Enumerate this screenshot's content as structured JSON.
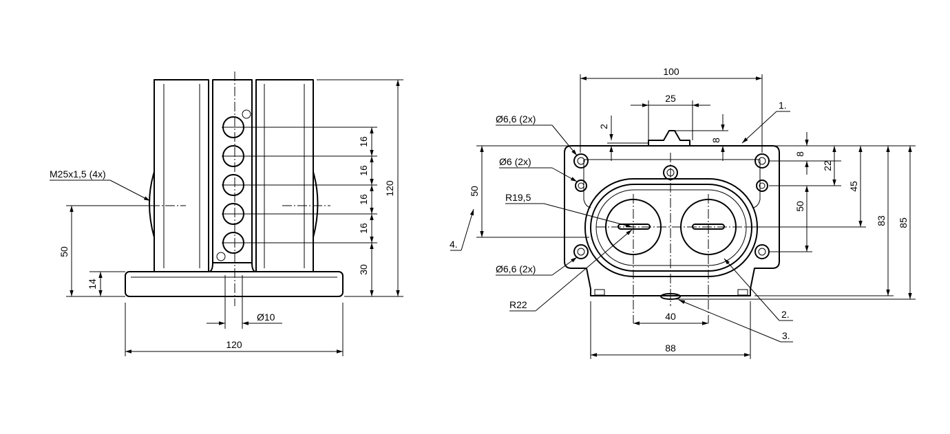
{
  "front_view": {
    "thread_callout": "M25x1,5 (4x)",
    "dim_width": "120",
    "dim_height": "120",
    "dim_thread_height": "50",
    "dim_base_thickness": "14",
    "dim_hole_dia": "Ø10",
    "dim_pitch_1": "16",
    "dim_pitch_2": "16",
    "dim_pitch_3": "16",
    "dim_pitch_4": "16",
    "dim_bottom_offset": "30"
  },
  "top_view": {
    "dim_overall_width": "100",
    "dim_lug_width": "25",
    "dim_lug_gap": "2",
    "dim_lug_height": "8",
    "dim_foot_width": "88",
    "dim_center_spacing": "40",
    "callout_hole_top": "Ø6,6 (2x)",
    "callout_hole_mid": "Ø6 (2x)",
    "callout_hole_bottom": "Ø6,6 (2x)",
    "callout_radius_inner": "R19,5",
    "callout_radius_outer": "R22",
    "dim_left_50": "50",
    "dim_right_8": "8",
    "dim_right_22": "22",
    "dim_right_45": "45",
    "dim_right_50": "50",
    "dim_right_83": "83",
    "dim_right_85": "85",
    "item_1": "1.",
    "item_2": "2.",
    "item_3": "3.",
    "item_4": "4."
  }
}
